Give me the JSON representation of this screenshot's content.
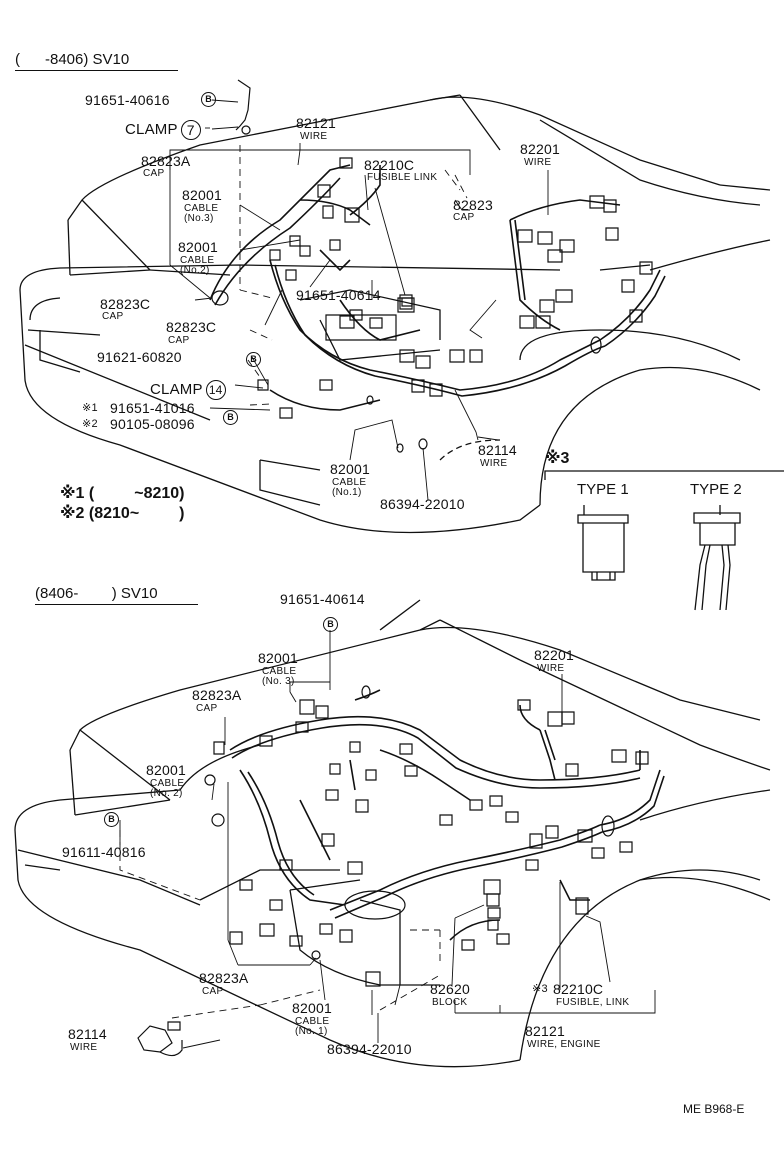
{
  "top_section": {
    "header": "(      -8406) SV10",
    "clamp_label": "CLAMP",
    "clamp7_num": "7",
    "clamp14_num": "14",
    "parts": {
      "p91651_40616": "91651-40616",
      "p82121_num": "82121",
      "p82121_sub": "WIRE",
      "p82823A_num": "82823A",
      "p82823A_sub": "CAP",
      "p82210C_num": "82210C",
      "p82210C_sub": "FUSIBLE LINK",
      "p82201_num": "82201",
      "p82201_sub": "WIRE",
      "p82823_num": "82823",
      "p82823_sub": "CAP",
      "p82001_no3_num": "82001",
      "p82001_no3_sub1": "CABLE",
      "p82001_no3_sub2": "(No.3)",
      "p82001_no2_num": "82001",
      "p82001_no2_sub1": "CABLE",
      "p82001_no2_sub2": "(No.2)",
      "p82823C_a_num": "82823C",
      "p82823C_a_sub": "CAP",
      "p91651_40614": "91651-40614",
      "p82823C_b_num": "82823C",
      "p82823C_b_sub": "CAP",
      "p91621_60820": "91621-60820",
      "p91651_41016": "91651-41016",
      "p90105_08096": "90105-08096",
      "note1_mark": "※1",
      "note2_mark": "※2",
      "p82114_num": "82114",
      "p82114_sub": "WIRE",
      "p82001_no1_num": "82001",
      "p82001_no1_sub1": "CABLE",
      "p82001_no1_sub2": "(No.1)",
      "p86394_22010": "86394-22010"
    },
    "legend": {
      "note1": "※1 (         ~8210)",
      "note2": "※2 (8210~         )"
    }
  },
  "type_box": {
    "mark": "※3",
    "type1": "TYPE 1",
    "type2": "TYPE 2"
  },
  "bottom_section": {
    "header": "(8406-        ) SV10",
    "parts": {
      "p91651_40614": "91651-40614",
      "p82001_no3_num": "82001",
      "p82001_no3_sub1": "CABLE",
      "p82001_no3_sub2": "(No. 3)",
      "p82201_num": "82201",
      "p82201_sub": "WIRE",
      "p82823A_top_num": "82823A",
      "p82823A_top_sub": "CAP",
      "p82001_no2_num": "82001",
      "p82001_no2_sub1": "CABLE",
      "p82001_no2_sub2": "(No. 2)",
      "p91611_40816": "91611-40816",
      "p82823A_bot_num": "82823A",
      "p82823A_bot_sub": "CAP",
      "p82001_no1_num": "82001",
      "p82001_no1_sub1": "CABLE",
      "p82001_no1_sub2": "(No. 1)",
      "p82620_num": "82620",
      "p82620_sub": "BLOCK",
      "p82210C_mark": "※3",
      "p82210C_num": "82210C",
      "p82210C_sub": "FUSIBLE, LINK",
      "p82121_num": "82121",
      "p82121_sub": "WIRE, ENGINE",
      "p86394_22010": "86394-22010",
      "p82114_num": "82114",
      "p82114_sub": "WIRE"
    }
  },
  "footer_code": "ME B968-E",
  "bolt_marker": "B"
}
